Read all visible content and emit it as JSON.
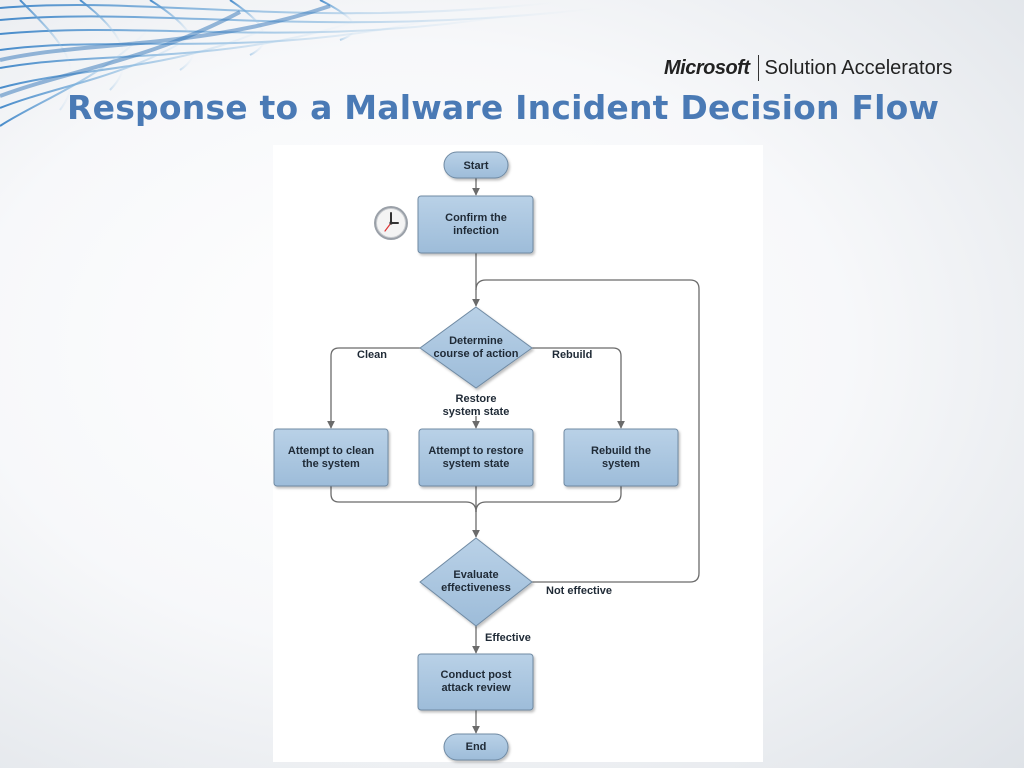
{
  "slide": {
    "title": "Response to a Malware Incident Decision Flow",
    "logo": {
      "brand": "Microsoft",
      "product": "Solution Accelerators"
    }
  },
  "flow": {
    "start": "Start",
    "confirm": [
      "Confirm the",
      "infection"
    ],
    "determine": [
      "Determine",
      "course of action"
    ],
    "clean_label": "Clean",
    "rebuild_label": "Rebuild",
    "restore_label": [
      "Restore",
      "system state"
    ],
    "attempt_clean": [
      "Attempt to clean",
      "the system"
    ],
    "attempt_restore": [
      "Attempt to restore",
      "system state"
    ],
    "rebuild_system": [
      "Rebuild the",
      "system"
    ],
    "evaluate": [
      "Evaluate",
      "effectiveness"
    ],
    "not_effective": "Not effective",
    "effective": "Effective",
    "review": [
      "Conduct post",
      "attack review"
    ],
    "end": "End"
  },
  "icons": {
    "clock": "clock-icon"
  },
  "colors": {
    "title": "#4a7ab5",
    "node_fill": "#a9c5de",
    "node_stroke": "#6f8aa3",
    "line": "#6b6b6b"
  }
}
